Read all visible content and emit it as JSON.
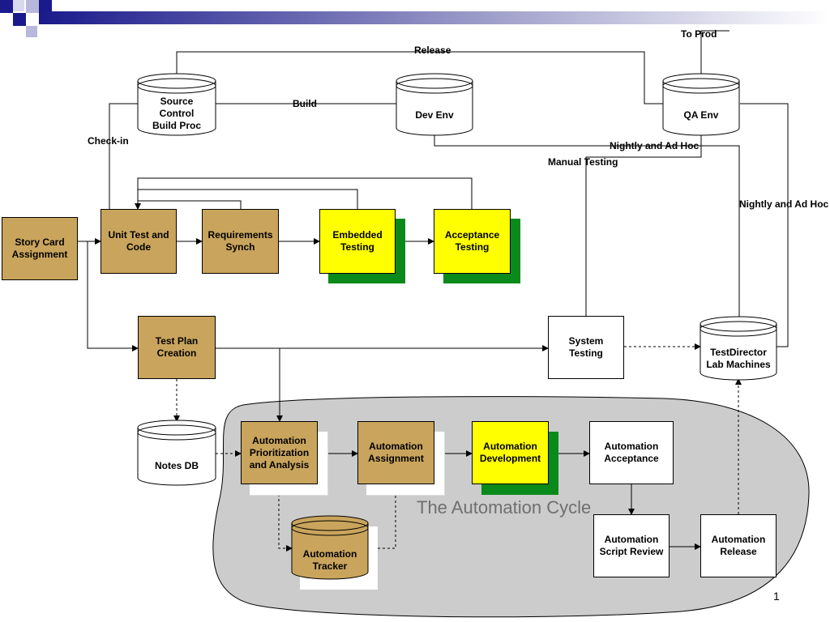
{
  "labels": {
    "to_prod": "To Prod",
    "release": "Release",
    "build": "Build",
    "check_in": "Check-in",
    "nightly_ad_hoc_1": "Nightly and Ad Hoc",
    "manual_testing": "Manual Testing",
    "nightly_ad_hoc_2": "Nightly and Ad Hoc"
  },
  "cylinders": {
    "source_control": [
      "Source",
      "Control",
      "Build Proc"
    ],
    "dev_env": "Dev Env",
    "qa_env": "QA Env",
    "testdirector": [
      "TestDirector",
      "Lab Machines"
    ],
    "notes_db": "Notes DB",
    "automation_tracker": [
      "Automation",
      "Tracker"
    ]
  },
  "boxes": {
    "story_card": [
      "Story Card",
      "Assignment"
    ],
    "unit_test": [
      "Unit Test and",
      "Code"
    ],
    "requirements": [
      "Requirements",
      "Synch"
    ],
    "embedded": [
      "Embedded",
      "Testing"
    ],
    "acceptance": [
      "Acceptance",
      "Testing"
    ],
    "test_plan": [
      "Test Plan",
      "Creation"
    ],
    "system_testing": [
      "System",
      "Testing"
    ],
    "auto_prior": [
      "Automation",
      "Prioritization",
      "and Analysis"
    ],
    "auto_assign": [
      "Automation",
      "Assignment"
    ],
    "auto_dev": [
      "Automation",
      "Development"
    ],
    "auto_accept": [
      "Automation",
      "Acceptance"
    ],
    "auto_script": [
      "Automation",
      "Script Review"
    ],
    "auto_release": [
      "Automation",
      "Release"
    ]
  },
  "cycle_title": "The Automation Cycle",
  "slide_number": "1",
  "colors": {
    "tan": "#c9a45c",
    "yellow": "#ffff00",
    "green_shadow": "#0a8a1a",
    "cycle_fill": "#cccccc",
    "header_blue": "#1a1a8c"
  }
}
